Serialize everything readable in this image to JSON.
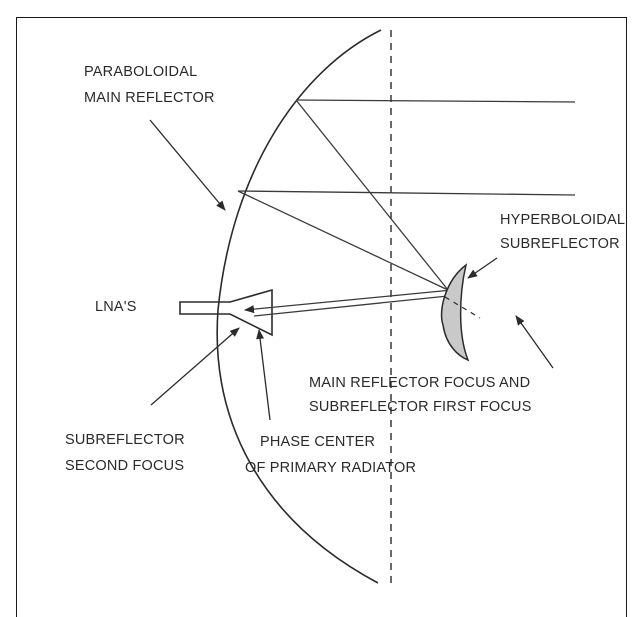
{
  "labels": {
    "main_reflector": [
      "PARABOLOIDAL",
      "MAIN REFLECTOR"
    ],
    "subreflector": [
      "HYPERBOLOIDAL",
      "SUBREFLECTOR"
    ],
    "lna": "LNA'S",
    "focus": [
      "MAIN REFLECTOR FOCUS AND",
      "SUBREFLECTOR FIRST FOCUS"
    ],
    "second_focus": [
      "SUBREFLECTOR",
      "SECOND FOCUS"
    ],
    "phase_center": [
      "PHASE CENTER",
      "OF PRIMARY RADIATOR"
    ]
  }
}
